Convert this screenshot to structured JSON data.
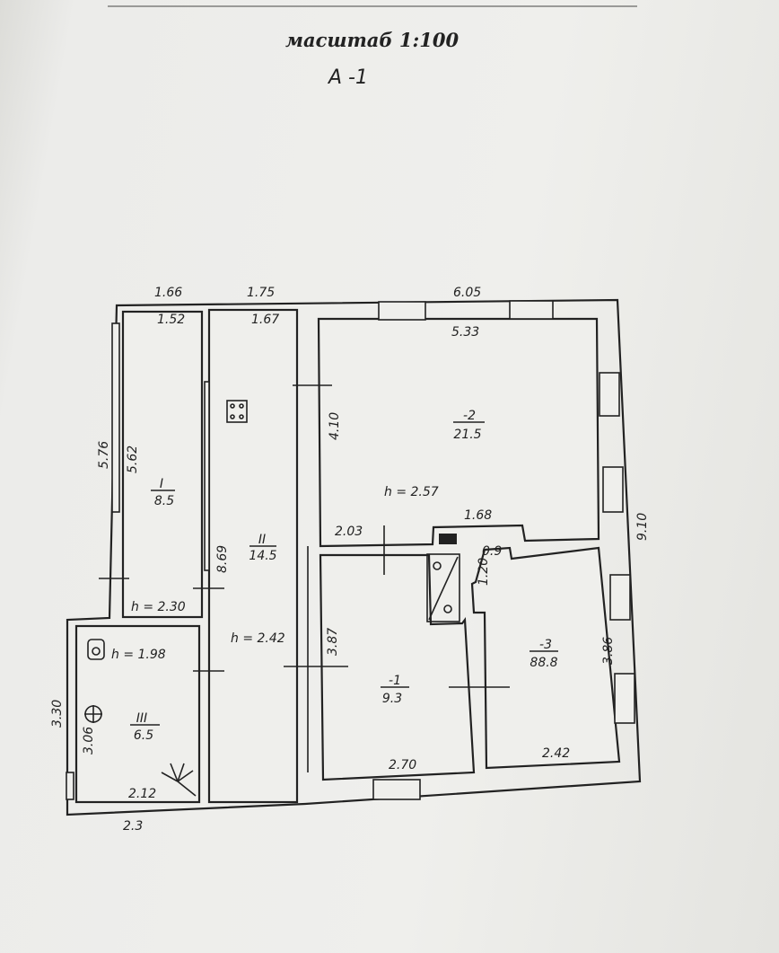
{
  "header": {
    "scale": "масштаб 1:100",
    "sheet": "А -1"
  },
  "dimensions": {
    "top_outer_1": "1.66",
    "top_outer_2": "1.75",
    "top_outer_3": "6.05",
    "room1_width": "1.52",
    "room2_width": "1.67",
    "room_m2_width": "5.33",
    "left_outer": "5.76",
    "room1_length": "5.62",
    "room2_length": "8.69",
    "room_m2_depth": "4.10",
    "right_outer": "9.10",
    "corridor_2_03": "2.03",
    "corridor_1_68": "1.68",
    "niche_0_9": "0.9",
    "niche_1_20": "1.20",
    "room_m1_depth": "3.87",
    "room_m3_depth": "3.86",
    "room_m1_width": "2.70",
    "room_m3_width": "2.42",
    "room3_outer_height": "3.30",
    "room3_height": "3.06",
    "room3_width": "2.12",
    "room3_outer_width": "2.3"
  },
  "heights": {
    "room1": "h = 2.30",
    "room2": "h = 2.42",
    "room_m2": "h = 2.57",
    "room3": "h = 1.98"
  },
  "rooms": [
    {
      "id": "I",
      "area": "8.5"
    },
    {
      "id": "II",
      "area": "14.5"
    },
    {
      "id": "III",
      "area": "6.5"
    },
    {
      "id": "-2",
      "area": "21.5"
    },
    {
      "id": "-1",
      "area": "9.3"
    },
    {
      "id": "-3",
      "area": "88.8"
    }
  ]
}
